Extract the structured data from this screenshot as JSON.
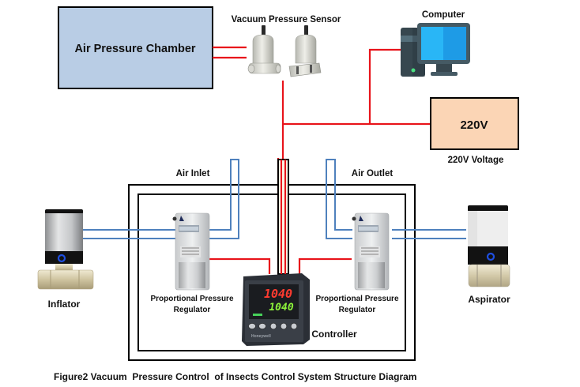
{
  "figure": {
    "caption": "Figure2 Vacuum  Pressure Control  of Insects Control System Structure Diagram"
  },
  "components": {
    "chamber": {
      "label": "Air Pressure Chamber",
      "fill": "#b9cde5"
    },
    "sensor": {
      "label": "Vacuum Pressure Sensor"
    },
    "computer": {
      "label": "Computer"
    },
    "power": {
      "box_label": "220V",
      "caption": "220V Voltage",
      "fill": "#fbd5b5"
    },
    "air_inlet": {
      "label": "Air Inlet"
    },
    "air_outlet": {
      "label": "Air Outlet"
    },
    "regulator_left": {
      "label_line1": "Proportional Pressure",
      "label_line2": "Regulator"
    },
    "regulator_right": {
      "label_line1": "Proportional Pressure",
      "label_line2": "Regulator"
    },
    "controller": {
      "label": "Controller",
      "pv_display": "1040",
      "sv_display": "1040",
      "brand": "Honeywell"
    },
    "inflator": {
      "label": "Inflator"
    },
    "aspirator": {
      "label": "Aspirator"
    }
  },
  "colors": {
    "electric_wire": "#e8141b",
    "air_pipe": "#4f81bd",
    "frame": "#000000"
  }
}
